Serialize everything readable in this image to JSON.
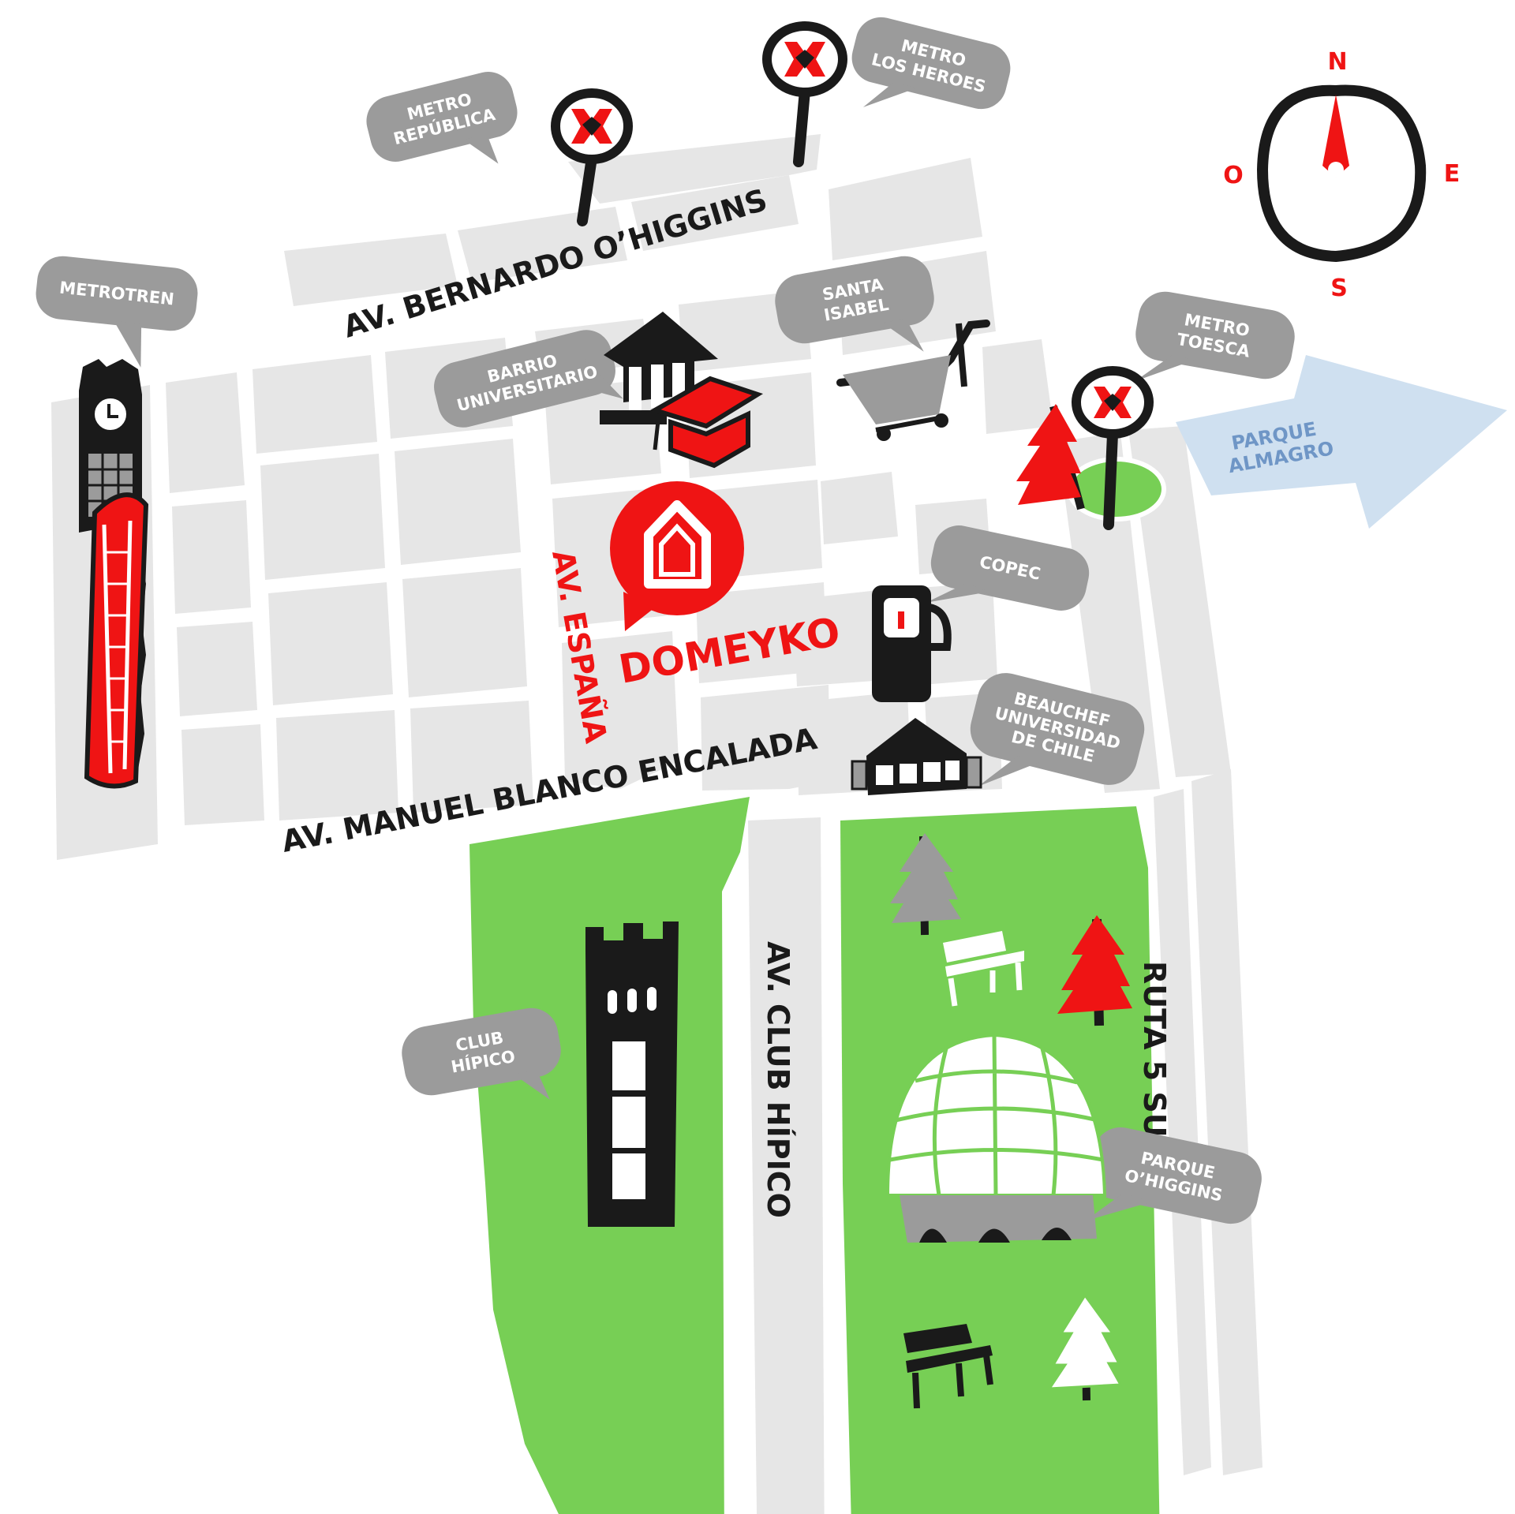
{
  "streets": {
    "ohiggins": "AV.  BERNARDO O’HIGGINS",
    "espana": "AV. ESPAÑA",
    "blanco_encalada": "AV. MANUEL BLANCO ENCALADA",
    "club_hipico": "AV. CLUB HÍPICO",
    "ruta5": "RUTA 5 SUR"
  },
  "landmarks": {
    "metro_republica": [
      "METRO",
      "REPÚBLICA"
    ],
    "metro_heroes": [
      "METRO",
      "LOS HEROES"
    ],
    "metrotren": "METROTREN",
    "barrio_universitario": [
      "BARRIO",
      "UNIVERSITARIO"
    ],
    "santa_isabel": [
      "SANTA",
      "ISABEL"
    ],
    "metro_toesca": [
      "METRO",
      "TOESCA"
    ],
    "parque_almagro": [
      "PARQUE",
      "ALMAGRO"
    ],
    "copec": "COPEC",
    "beauchef": [
      "BEAUCHEF",
      "UNIVERSIDAD",
      "DE CHILE"
    ],
    "club_hipico": [
      "CLUB",
      "HÍPICO"
    ],
    "parque_ohiggins": [
      "PARQUE",
      "O’HIGGINS"
    ]
  },
  "brand": {
    "name": "DOMEYKO"
  },
  "compass": {
    "n": "N",
    "s": "S",
    "e": "E",
    "o": "O"
  },
  "colors": {
    "block": "#e6e6e6",
    "park": "#77cf55",
    "bubble": "#9b9b9b",
    "accent": "#ef1414",
    "ink": "#1a1a1a",
    "almagro_arrow": "#cfe0f0"
  }
}
